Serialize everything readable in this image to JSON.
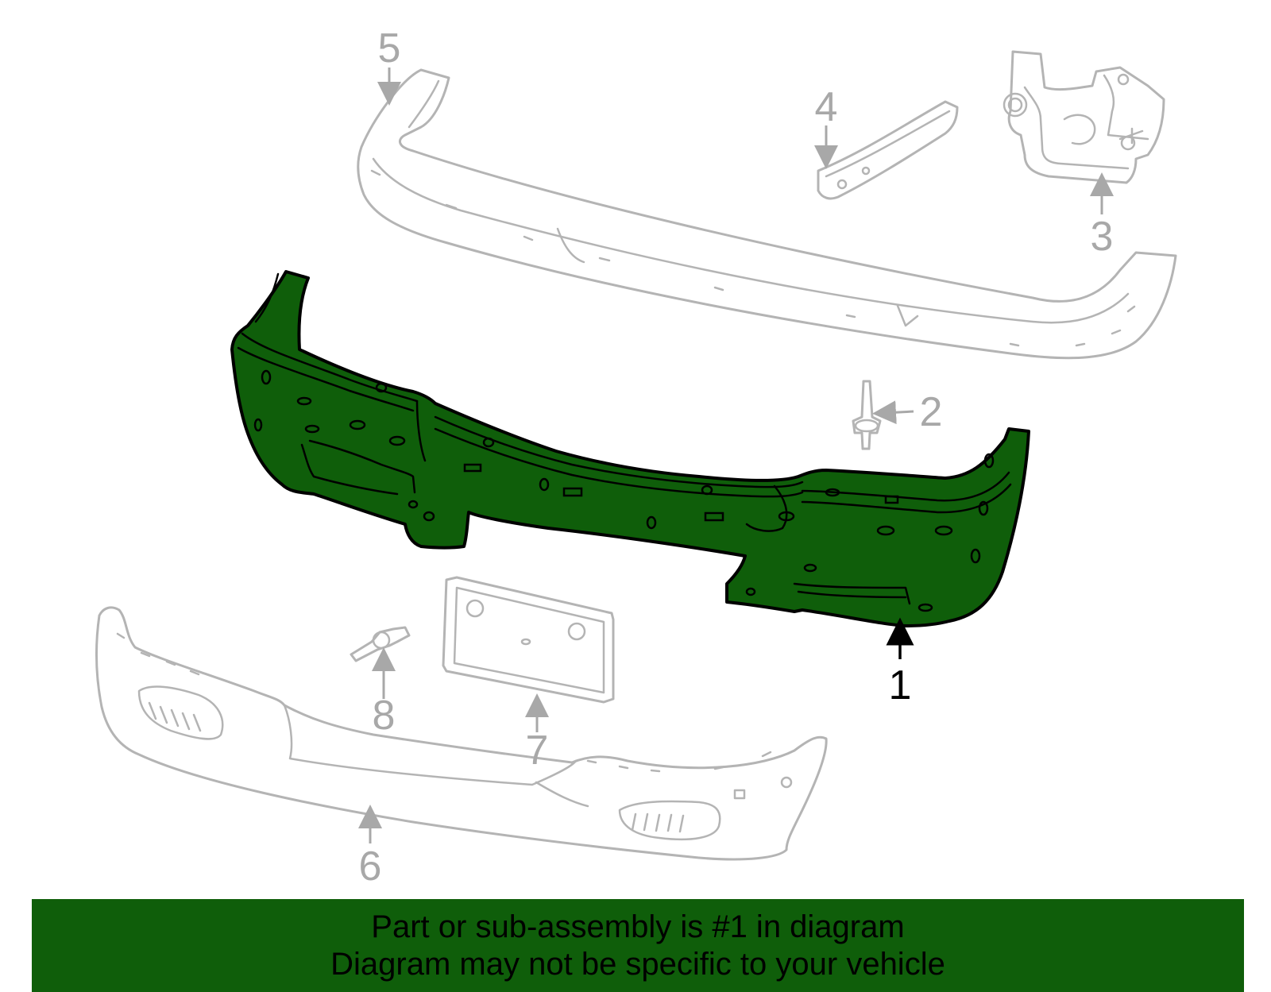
{
  "callouts": {
    "n1": "1",
    "n2": "2",
    "n3": "3",
    "n4": "4",
    "n5": "5",
    "n6": "6",
    "n7": "7",
    "n8": "8"
  },
  "banner": {
    "line1": "Part or sub-assembly is #1 in diagram",
    "line2": "Diagram may not be specific to your vehicle"
  },
  "colors": {
    "highlight_part": "#0f5e0a",
    "banner_background": "#0f5e0a",
    "other_parts": "#b4b4b4",
    "callout_gray": "#a8a8a8",
    "callout_active": "#000000"
  }
}
